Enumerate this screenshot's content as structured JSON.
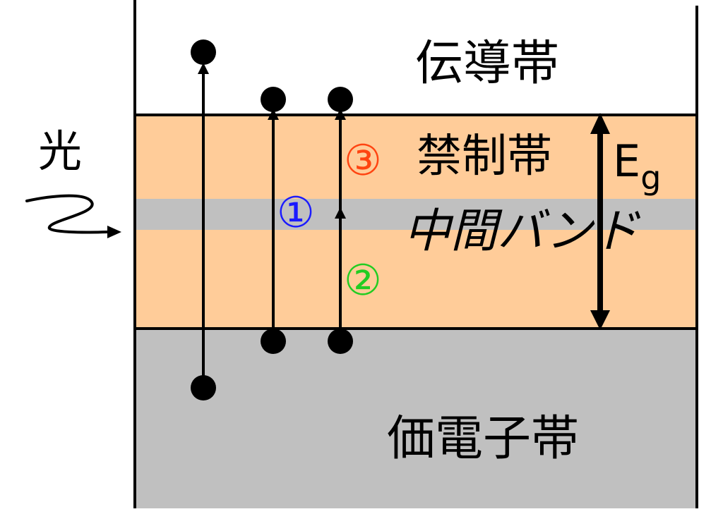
{
  "bands": {
    "conduction": "伝導帯",
    "forbidden": "禁制帯",
    "intermediate": "中間バンド",
    "valence": "価電子帯"
  },
  "light_label": "光",
  "bandgap": {
    "symbol": "E",
    "subscript": "g"
  },
  "transitions": [
    {
      "label": "①",
      "color": "#1a1aff"
    },
    {
      "label": "②",
      "color": "#22cc22"
    },
    {
      "label": "③",
      "color": "#ff4411"
    }
  ],
  "colors": {
    "forbidden_band": "#ffcc99",
    "intermediate_band": "#c0c0c0",
    "valence_band": "#c0c0c0",
    "lines": "#000000"
  }
}
